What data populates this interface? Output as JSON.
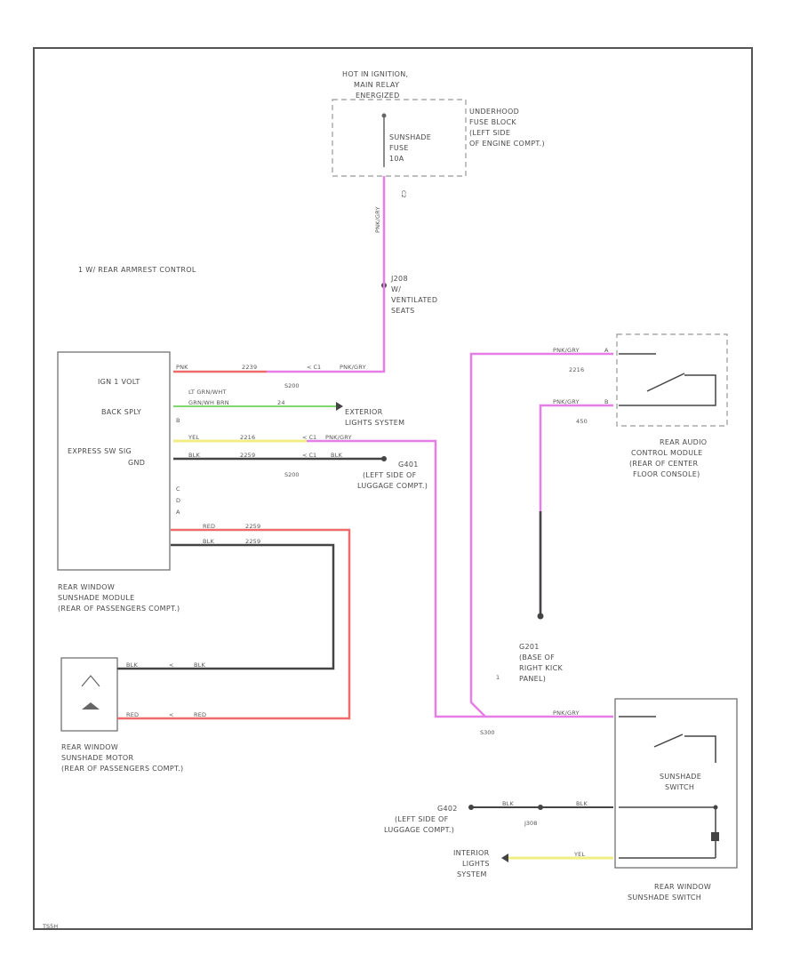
{
  "colors": {
    "pink": "#e57ee6",
    "red": "#ef6a6a",
    "green": "#7fd86f",
    "yellow": "#f0ef86",
    "black": "#444444",
    "frame": "#555555",
    "dashed": "#999999"
  },
  "fuse_block": {
    "title": [
      "HOT IN IGNITION,",
      "MAIN RELAY",
      "ENERGIZED"
    ],
    "fuse_label": [
      "SUNSHADE",
      "FUSE",
      "10A"
    ],
    "location": [
      "UNDERHOOD",
      "FUSE BLOCK",
      "(LEFT SIDE",
      "OF ENGINE COMPT.)"
    ],
    "pin": "C2"
  },
  "note": "1   W/ REAR ARMREST CONTROL",
  "splice_j208": [
    "J208",
    "W/",
    "VENTILATED",
    "SEATS"
  ],
  "module": {
    "pins": [
      "IGN 1 VOLT",
      "BACK SPLY",
      "EXPRESS SW SIG",
      "GND"
    ],
    "name": [
      "REAR WINDOW",
      "SUNSHADE MODULE",
      "(REAR OF PASSENGERS COMPT.)"
    ]
  },
  "wires": {
    "ign": [
      "PNK",
      "2239",
      "PNK/GRY"
    ],
    "back": [
      "LT GRN/WHT",
      "GRN/WH BRN",
      "24"
    ],
    "sig": [
      "YEL",
      "2216",
      "PNK/GRY"
    ],
    "gnd": [
      "BLK",
      "2259",
      "BLK"
    ],
    "motor_red": [
      "RED",
      "2259",
      "RED"
    ],
    "motor_blk": [
      "BLK",
      "2259",
      "BLK"
    ],
    "audio_top": [
      "PNK/GRY",
      "2216"
    ],
    "audio_bot": [
      "PNK/GRY",
      "450"
    ]
  },
  "exterior_lights": [
    "EXTERIOR",
    "LIGHTS SYSTEM"
  ],
  "ground_g401": [
    "G401",
    "(LEFT SIDE OF",
    "LUGGAGE COMPT.)"
  ],
  "audio_module": [
    "REAR AUDIO",
    "CONTROL MODULE",
    "(REAR OF CENTER",
    "FLOOR CONSOLE)"
  ],
  "ground_g201": [
    "G201",
    "(BASE OF",
    "RIGHT KICK",
    "PANEL)"
  ],
  "motor": [
    "REAR WINDOW",
    "SUNSHADE MOTOR",
    "(REAR OF PASSENGERS COMPT.)"
  ],
  "switch_inner": [
    "SUNSHADE",
    "SWITCH"
  ],
  "switch_name": [
    "REAR WINDOW",
    "SUNSHADE SWITCH"
  ],
  "ground_g402": [
    "G402",
    "(LEFT SIDE OF",
    "LUGGAGE COMPT.)"
  ],
  "interior_lights": [
    "INTERIOR",
    "LIGHTS",
    "SYSTEM"
  ],
  "splice_labels": {
    "s200a": "S200",
    "s200b": "S200",
    "s300": "S300",
    "j308": "J308",
    "c1": "C1",
    "one": "1"
  },
  "footer_code": "TS5H"
}
